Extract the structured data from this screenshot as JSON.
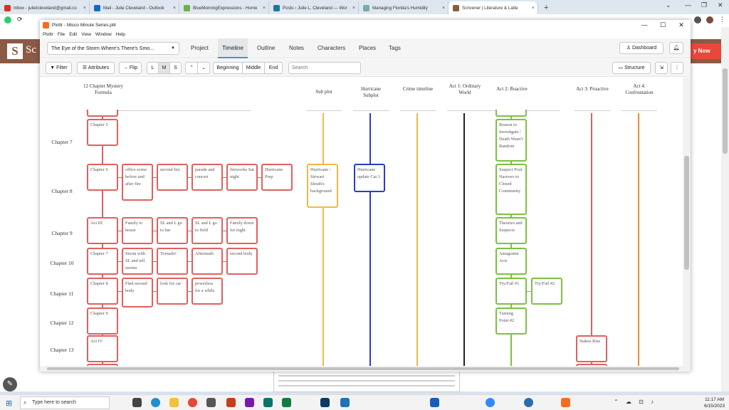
{
  "browser": {
    "tabs": [
      {
        "title": "Inbox - julieIcleveland@gmail.co",
        "color": "#d93025"
      },
      {
        "title": "Mail - Julie Cleveland - Outlook",
        "color": "#0f6cbd"
      },
      {
        "title": "BlueMorningExpressions - Home",
        "color": "#6ab04c"
      },
      {
        "title": "Posts ‹ Julie L. Cleveland — Wor",
        "color": "#21759b"
      },
      {
        "title": "Managing Florida's Humidity",
        "color": "#7aa"
      },
      {
        "title": "Scrivener | Literature & Latte",
        "color": "#8a5a44"
      }
    ],
    "close_glyph": "×",
    "new_tab_glyph": "+"
  },
  "window": {
    "title": "Plottr - Micco Minute Series.pltr",
    "menu": [
      "Plottr",
      "File",
      "Edit",
      "View",
      "Window",
      "Help"
    ]
  },
  "nav": {
    "project": "The Eye of the Storm Where's There's Smo...",
    "tabs": [
      "Project",
      "Timeline",
      "Outline",
      "Notes",
      "Characters",
      "Places",
      "Tags"
    ],
    "dashboard": "Dashboard"
  },
  "toolbar": {
    "filter": "Filter",
    "attributes": "Attributes",
    "flip": "Flip",
    "sizes": [
      "L",
      "M",
      "S"
    ],
    "selected_size": "M",
    "jump": [
      "Beginning",
      "Middle",
      "End"
    ],
    "search_placeholder": "Search",
    "structure": "Structure"
  },
  "timeline": {
    "columns": [
      {
        "label": "12 Chapter Mystery Formula",
        "color": "#e06060"
      },
      {
        "label": "Sub plot",
        "color": "#f0b848"
      },
      {
        "label": "Hurricane Subplot",
        "color": "#2a3cc4"
      },
      {
        "label": "Crime timeline",
        "color": "#f0b848"
      },
      {
        "label": "Act 1: Ordinary World",
        "color": "#222222"
      },
      {
        "label": "Act 2: Reactive",
        "color": "#7cc142"
      },
      {
        "label": "Act 3: Proactive",
        "color": "#e06060"
      },
      {
        "label": "Act 4: Confrontation",
        "color": "#f08a3c"
      }
    ],
    "rows": [
      "Chapter 7",
      "Chapter 8",
      "Chapter 9",
      "Chapter 10",
      "Chapter 11",
      "Chapter 12",
      "Chapter 13"
    ],
    "cards": {
      "r7_c0": "Chapter 5",
      "r7_act2": "Reason to Investigate / Death Wasn't Random",
      "r8_c0": "Chapter 6",
      "r8_c1": "office scene before and after fire",
      "r8_c2": "second fire",
      "r8_c3": "parade and concert",
      "r8_c4": "fireworks Sat night",
      "r8_c5": "Hurricane Prep",
      "r8_sub": "Hurricane / Stewart Sleuth's background",
      "r8_hurr": "Hurricane update Cat 3",
      "r8_act2": "Suspect Pool Narrows to Closed Community",
      "r9_c0": "Act III",
      "r9_c1": "Family to house",
      "r9_c2": "SL and L go to bar",
      "r9_c3": "SL and L go to field",
      "r9_c4": "Family down for night",
      "r9_act2": "Theories and Suspects",
      "r10_c0": "Chapter 7",
      "r10_c1": "Storm with SL and tell stories",
      "r10_c2": "Tornado!",
      "r10_c3": "Aftermath",
      "r10_c4": "second body",
      "r10_act2": "Antagonist Acts",
      "r11_c0": "Chapter 8",
      "r11_c1": "Find second body",
      "r11_c2": "look for car",
      "r11_c3": "powerless for a while",
      "r11_act2": "Try/Fail #1",
      "r11_act2b": "Try/Fail #2",
      "r12_c0": "Chapter 9",
      "r12_act2": "Turning Point #2",
      "r13_c0": "Act IV",
      "r13_act3": "Stakes Rise"
    }
  },
  "taskbar": {
    "search": "Type here to search",
    "time": "11:17 AM",
    "date": "6/15/2023"
  },
  "background": {
    "brand_letter": "S",
    "brand_text": "Sc",
    "buy_text": "y Now"
  }
}
